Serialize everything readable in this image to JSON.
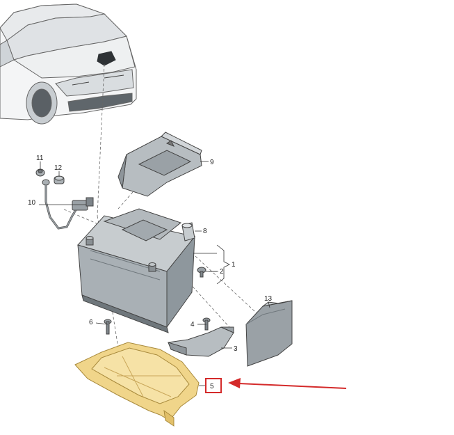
{
  "callouts": {
    "c1": "1",
    "c2": "2",
    "c3": "3",
    "c4": "4",
    "c5": "5",
    "c6": "6",
    "c8": "8",
    "c9": "9",
    "c10": "10",
    "c11": "11",
    "c12": "12",
    "c13": "13"
  },
  "highlight": {
    "part": "5",
    "color": "#d42a2a"
  },
  "colors": {
    "tray": "#f0d58a",
    "tray_stroke": "#a88a3c",
    "battery_side": "#8e979d",
    "battery_front": "#a9b0b5",
    "battery_top": "#c7cccf",
    "part_grey": "#9aa1a6",
    "line": "#333333"
  }
}
